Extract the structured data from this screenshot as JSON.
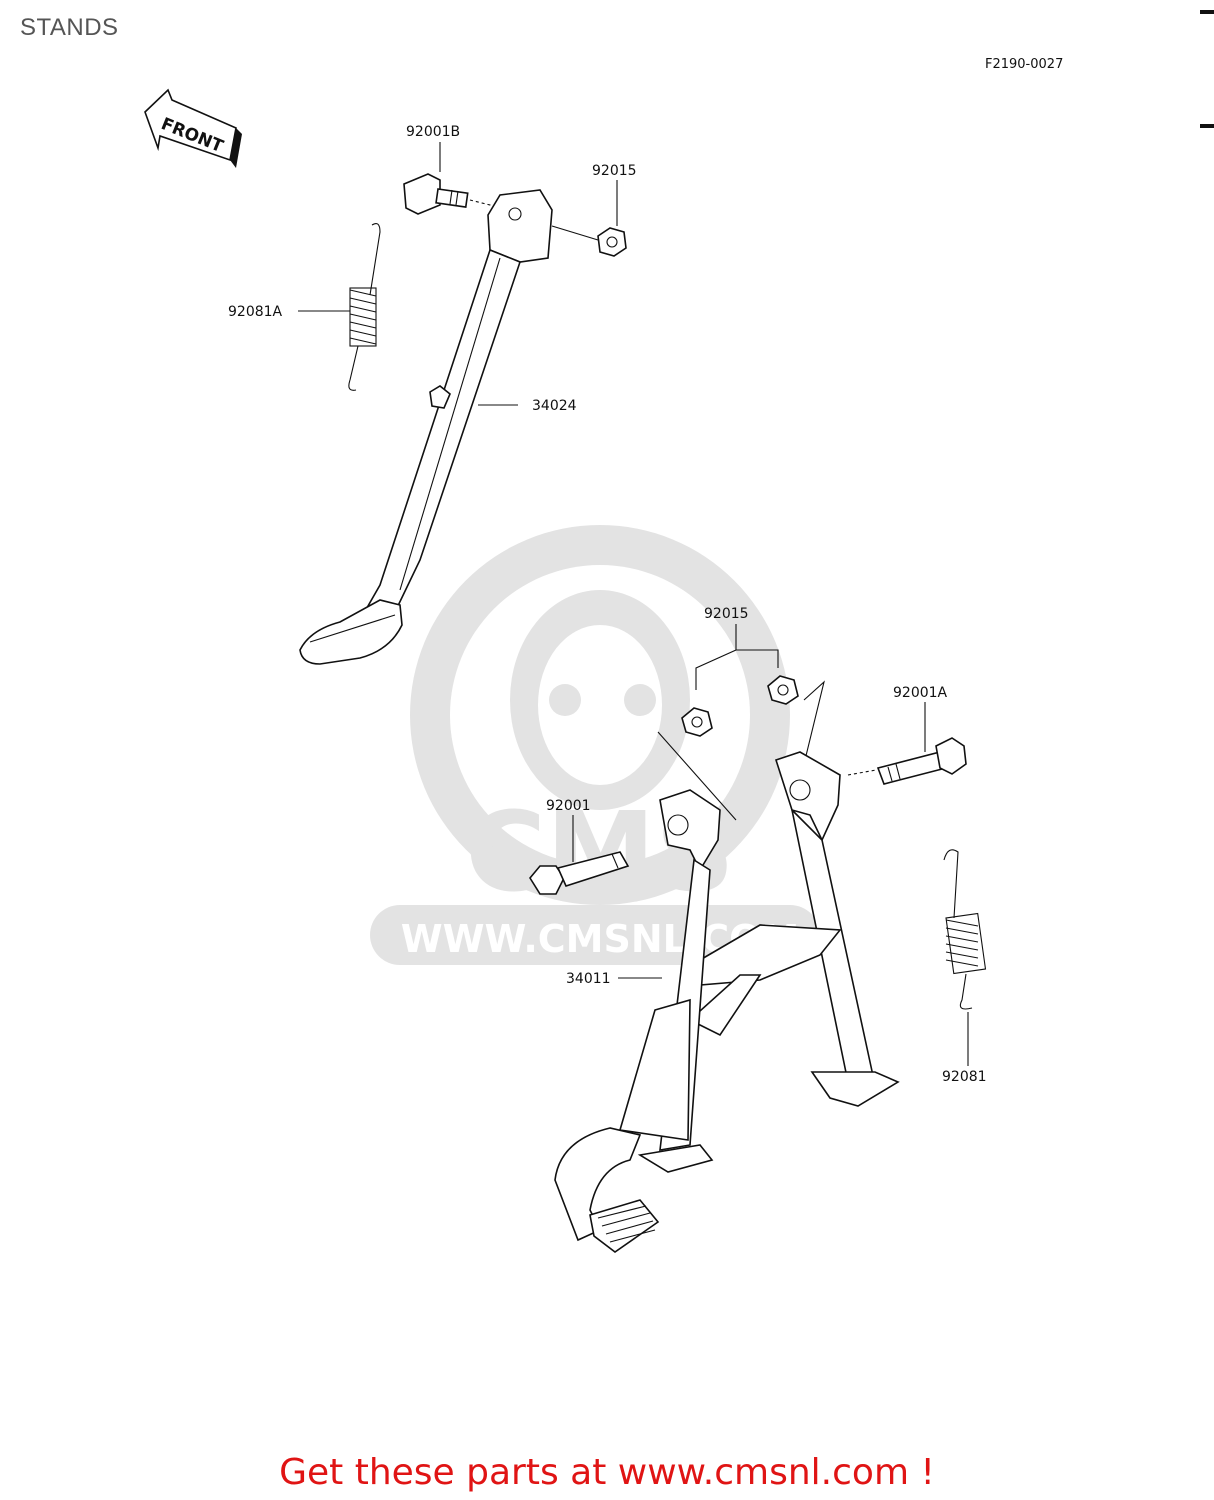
{
  "page": {
    "title": "STANDS",
    "diagram_code": "F2190-0027",
    "call_to_action": "Get these parts at www.cmsnl.com !"
  },
  "direction_arrow": {
    "label": "FRONT"
  },
  "watermark": {
    "text": "WWW.CMSNL.COM",
    "logo_text": "CMS"
  },
  "parts": [
    {
      "id": "p-92001b",
      "number": "92001B"
    },
    {
      "id": "p-92015a",
      "number": "92015"
    },
    {
      "id": "p-92081a",
      "number": "92081A"
    },
    {
      "id": "p-34024",
      "number": "34024"
    },
    {
      "id": "p-92015b",
      "number": "92015"
    },
    {
      "id": "p-92001a",
      "number": "92001A"
    },
    {
      "id": "p-92001",
      "number": "92001"
    },
    {
      "id": "p-34011",
      "number": "34011"
    },
    {
      "id": "p-92081",
      "number": "92081"
    }
  ]
}
